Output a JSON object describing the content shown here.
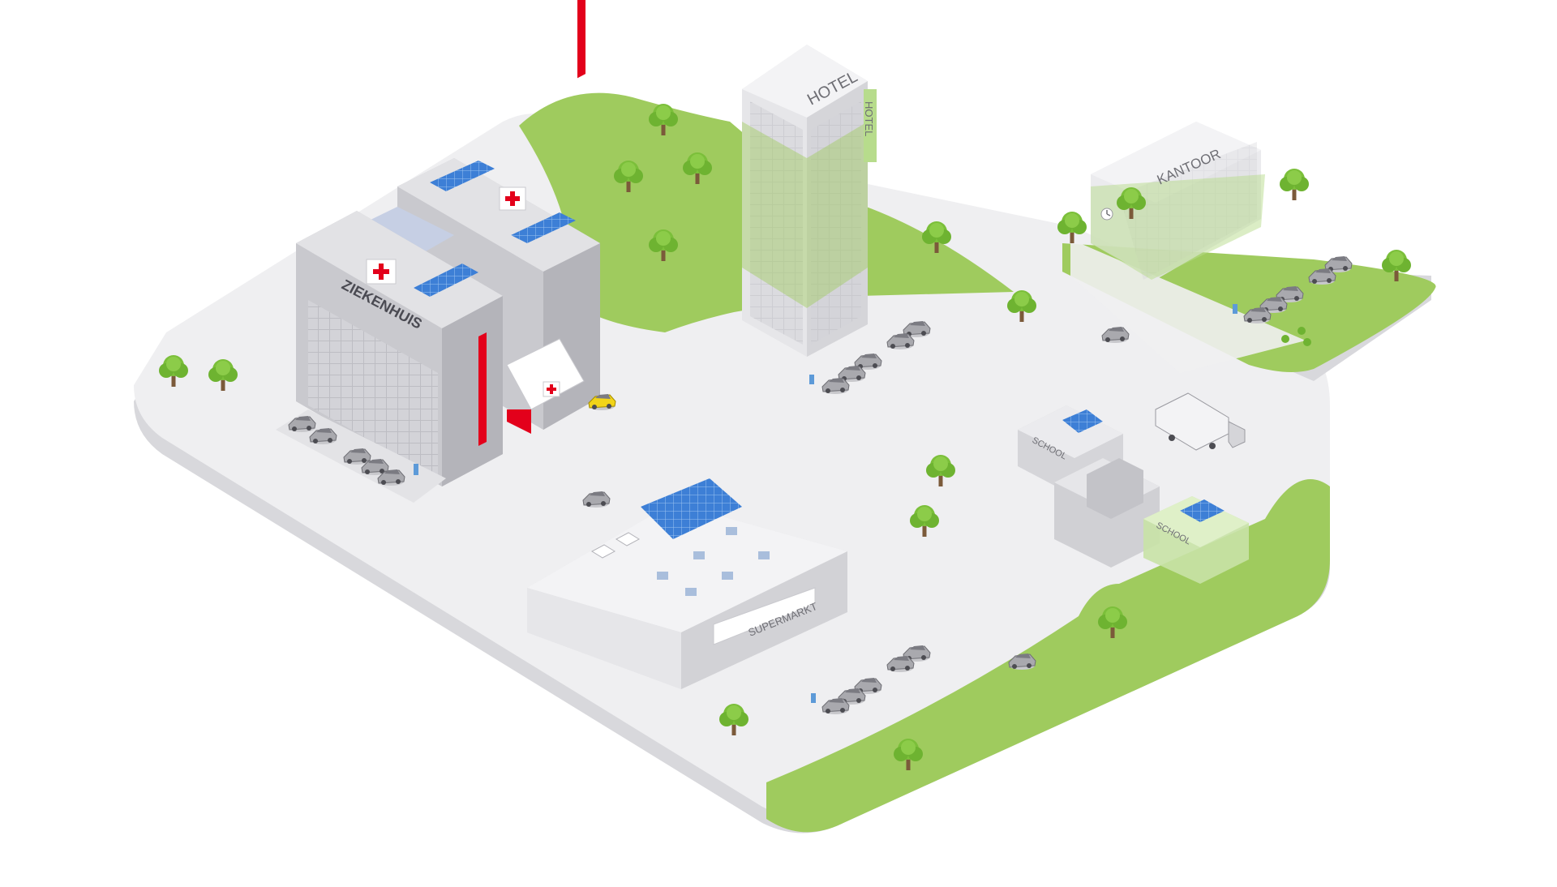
{
  "labels": {
    "hospital": "ZIEKENHUIS",
    "hotel": "HOTEL",
    "hotel_vertical": "HOTEL",
    "office": "KANTOOR",
    "supermarket": "SUPERMARKT",
    "school_1": "SCHOOL",
    "school_2": "SCHOOL"
  },
  "colors": {
    "grass": "#9fcb5e",
    "ground": "#efeff1",
    "ground_edge": "#dcdce0",
    "building_light": "#e8e8eb",
    "building_mid": "#c9c9ce",
    "building_dark": "#b4b4ba",
    "solar_panel": "#3d7fd6",
    "hospital_red": "#e3001b",
    "highlight_green": "#b7dc8c",
    "taxi_yellow": "#f2d418"
  },
  "icons": [
    "tree-icon",
    "car-icon",
    "truck-icon",
    "solar-panel-icon",
    "red-cross-icon",
    "ev-charger-icon",
    "clock-icon"
  ]
}
